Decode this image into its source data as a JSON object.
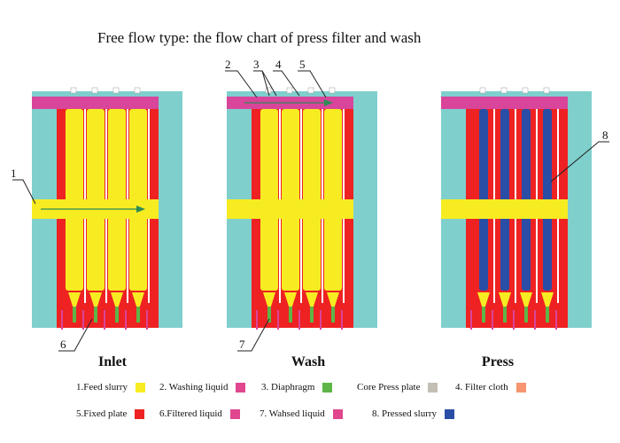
{
  "title": "Free flow type: the flow chart of press filter and wash",
  "panels": [
    {
      "label": "Inlet"
    },
    {
      "label": "Wash"
    },
    {
      "label": "Press"
    }
  ],
  "callouts": {
    "c1": "1",
    "c2": "2",
    "c3": "3",
    "c4": "4",
    "c5": "5",
    "c6": "6",
    "c7": "7",
    "c8": "8"
  },
  "legend": [
    {
      "text": "1.Feed slurry",
      "color": "#f7ec22"
    },
    {
      "text": "2. Washing liquid",
      "color": "#e0478f"
    },
    {
      "text": "3. Diaphragm",
      "color": "#5db647"
    },
    {
      "text": "Core Press plate",
      "color": "#c4bfb4"
    },
    {
      "text": "4. Filter cloth",
      "color": "#f6956f"
    },
    {
      "text": "5.Fixed plate",
      "color": "#ee2222"
    },
    {
      "text": "6.Filtered liquid",
      "color": "#e0478f"
    },
    {
      "text": "7. Wahsed liquid",
      "color": "#e0478f"
    },
    {
      "text": "8. Pressed slurry",
      "color": "#2a4ea6"
    }
  ],
  "colors": {
    "frame": "#7fcfcd",
    "header": "#d9459a",
    "plate": "#ee2222",
    "slurry": "#f7ec22",
    "pressed": "#2a4ea6",
    "cloth": "#ffffff",
    "diaphragm": "#5db647"
  }
}
